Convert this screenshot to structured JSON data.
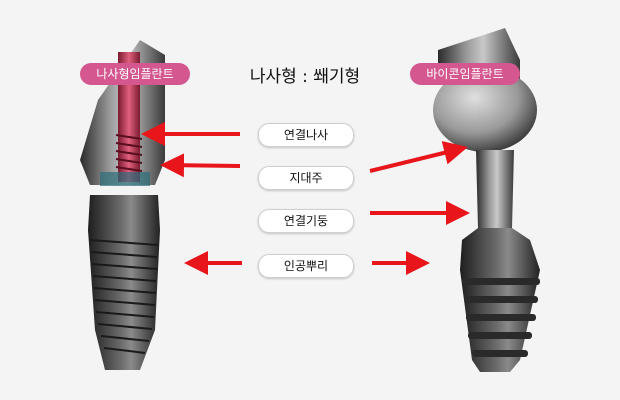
{
  "title": "나사형 : 쐐기형",
  "left_badge": "나사형임플란트",
  "right_badge": "바이콘임플란트",
  "labels": [
    "연결나사",
    "지대주",
    "연결기둥",
    "인공뿌리"
  ],
  "colors": {
    "badge": "#d4578f",
    "arrow": "#e8151b",
    "background": "#f4f4f4"
  }
}
